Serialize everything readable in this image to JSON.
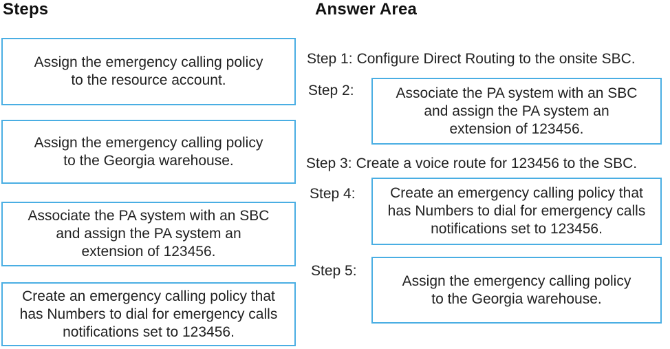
{
  "colors": {
    "background": "#ffffff",
    "box_border": "#4aaee3",
    "text": "#212121"
  },
  "steps_panel": {
    "title": "Steps",
    "items": [
      {
        "text": "Assign the emergency calling policy\nto the resource account."
      },
      {
        "text": "Assign the emergency calling policy\nto the Georgia warehouse."
      },
      {
        "text": "Associate the PA system with an SBC\nand assign the PA system an\nextension of 123456."
      },
      {
        "text": "Create an emergency calling policy that\nhas Numbers to dial for emergency calls\nnotifications set to 123456."
      }
    ]
  },
  "answer_area": {
    "title": "Answer Area",
    "rows": [
      {
        "label": "Step 1:",
        "type": "inline-text",
        "text": "Configure Direct Routing to the onsite SBC."
      },
      {
        "label": "Step 2:",
        "type": "answer-box",
        "text": "Associate the PA system with an SBC\nand assign the PA system an\nextension of 123456."
      },
      {
        "label": "Step 3:",
        "type": "inline-text",
        "text": "Create a voice route for 123456 to the SBC."
      },
      {
        "label": "Step 4:",
        "type": "answer-box",
        "text": "Create an emergency calling policy that\nhas Numbers to dial for emergency calls\nnotifications set to 123456."
      },
      {
        "label": "Step 5:",
        "type": "answer-box",
        "text": "Assign the emergency calling policy\nto the Georgia warehouse."
      }
    ]
  }
}
